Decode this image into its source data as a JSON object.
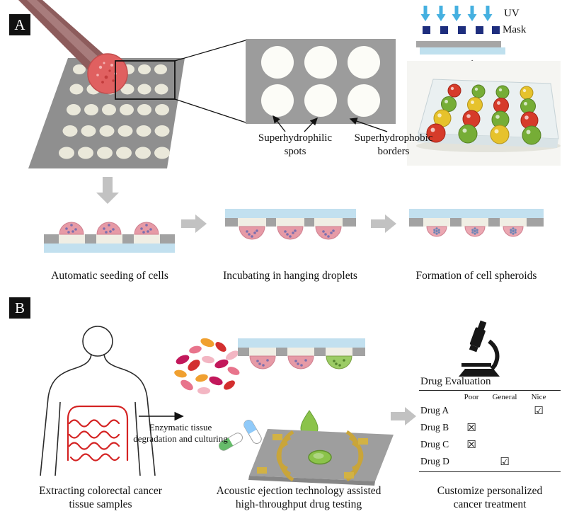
{
  "panel_a": {
    "tag": "A",
    "spots_label": "Superhydrophilic\nspots",
    "borders_label": "Superhydrophobic\nborders",
    "uv_label": "UV",
    "mask_label": "Mask",
    "step1": "Automatic seeding of cells",
    "step2": "Incubating in hanging droplets",
    "step3": "Formation of  cell spheroids"
  },
  "panel_b": {
    "tag": "B",
    "enzymatic_label": "Enzymatic tissue\ndegradation and culturing",
    "caption_extract": "Extracting colorectal cancer\ntissue samples",
    "caption_acoustic": "Acoustic ejection technology assisted\nhigh-throughput drug testing",
    "caption_customize": "Customize personalized\ncancer treatment",
    "evaluation": {
      "title": "Drug Evaluation",
      "columns": [
        "Poor",
        "General",
        "Nice"
      ],
      "rows": [
        {
          "name": "Drug A",
          "poor": "",
          "general": "",
          "nice": "☑"
        },
        {
          "name": "Drug B",
          "poor": "☒",
          "general": "",
          "nice": ""
        },
        {
          "name": "Drug C",
          "poor": "☒",
          "general": "",
          "nice": ""
        },
        {
          "name": "Drug D",
          "poor": "",
          "general": "☑",
          "nice": ""
        }
      ]
    }
  },
  "colors": {
    "uv_blue": "#45b0e0",
    "mask_navy": "#1e2e7e",
    "glass_blue": "#c2e0ef",
    "substrate_gray": "#a2a2a2",
    "droplet_pink": "#e69aa6",
    "droplet_green": "#8bc34a",
    "spheroid_blue": "#7b6fae",
    "flow_arrow_gray": "#c2c2c2",
    "intestine_red": "#d42323",
    "idt_yellow": "#c9a53a"
  }
}
